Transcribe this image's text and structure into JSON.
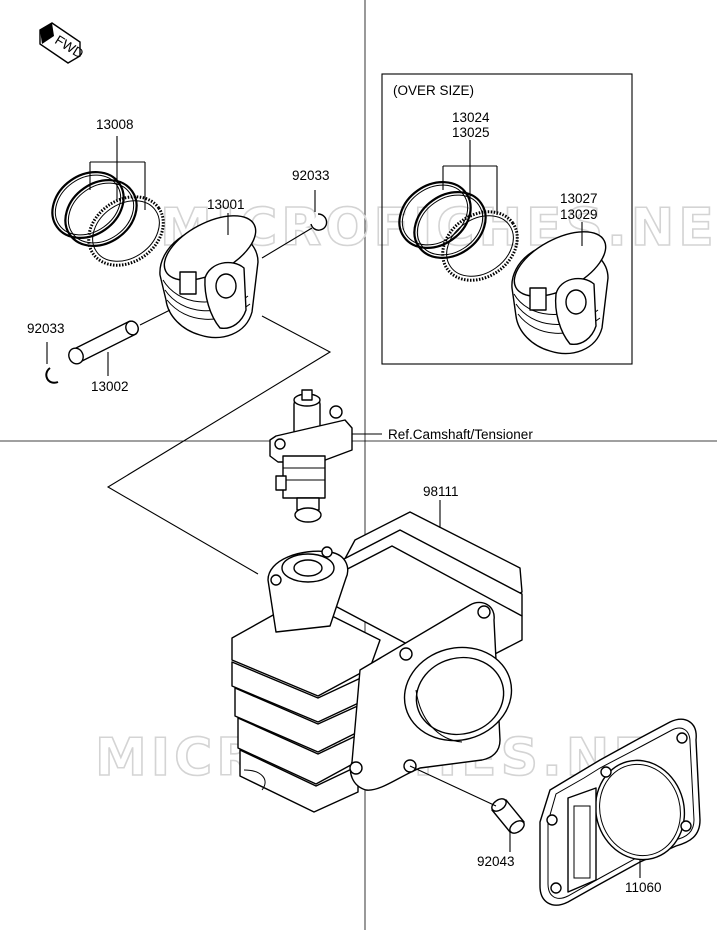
{
  "diagram": {
    "fwd_label": "FWD",
    "watermark": "MICROFICHES.NET",
    "oversize_title": "(OVER SIZE)",
    "reference_label": "Ref.Camshaft/Tensioner",
    "parts": {
      "rings": "13008",
      "piston": "13001",
      "clip_top": "92033",
      "clip_left": "92033",
      "pin": "13002",
      "os_rings_a": "13024",
      "os_rings_b": "13025",
      "os_piston_a": "13027",
      "os_piston_b": "13029",
      "cylinder": "98111",
      "dowel": "92043",
      "gasket": "11060"
    }
  }
}
